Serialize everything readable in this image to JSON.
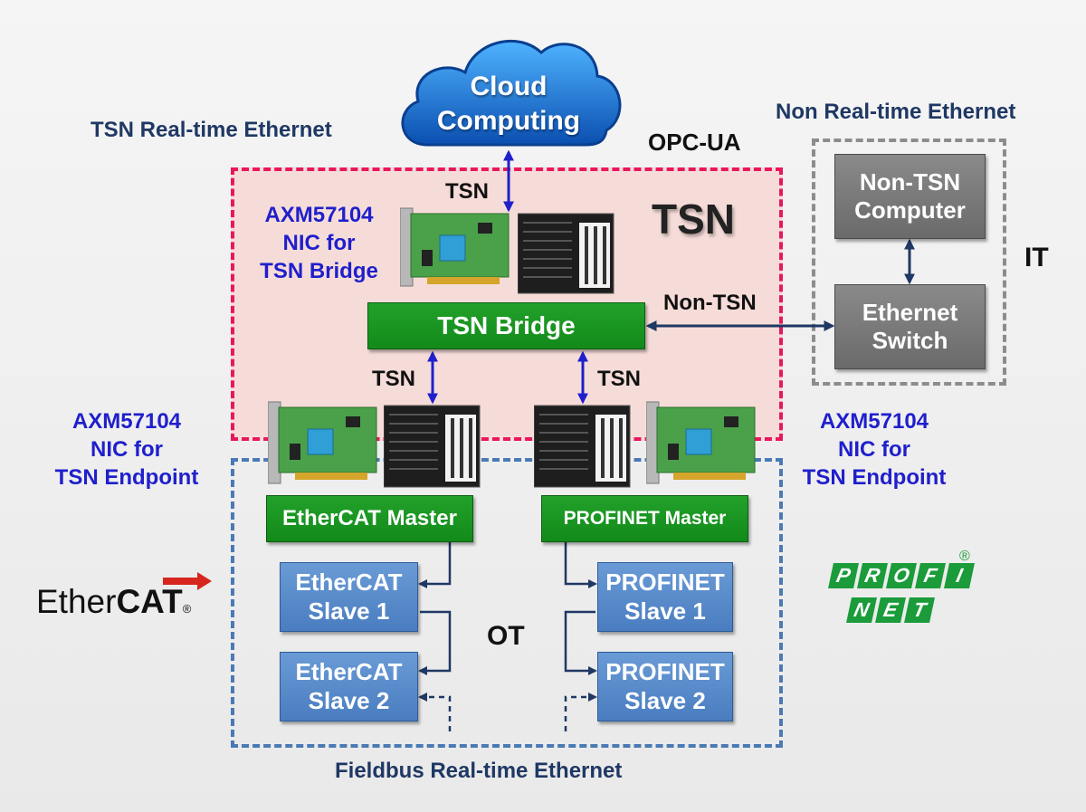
{
  "cloud": {
    "line1": "Cloud",
    "line2": "Computing"
  },
  "labels": {
    "tsn_realtime": "TSN Real-time Ethernet",
    "non_realtime": "Non Real-time Ethernet",
    "opcua": "OPC-UA",
    "tsn_big": "TSN",
    "it": "IT",
    "ot": "OT",
    "fieldbus": "Fieldbus Real-time Ethernet",
    "tsn_link_top": "TSN",
    "tsn_link_left": "TSN",
    "tsn_link_right": "TSN",
    "non_tsn_link": "Non-TSN"
  },
  "nic_bridge": {
    "line1": "AXM57104",
    "line2": "NIC for",
    "line3": "TSN Bridge"
  },
  "nic_endpoint_left": {
    "line1": "AXM57104",
    "line2": "NIC for",
    "line3": "TSN Endpoint"
  },
  "nic_endpoint_right": {
    "line1": "AXM57104",
    "line2": "NIC for",
    "line3": "TSN Endpoint"
  },
  "boxes": {
    "tsn_bridge": "TSN Bridge",
    "ethercat_master": "EtherCAT Master",
    "profinet_master": "PROFINET Master",
    "ethercat_slave1": "EtherCAT\nSlave 1",
    "ethercat_slave2": "EtherCAT\nSlave 2",
    "profinet_slave1": "PROFINET\nSlave 1",
    "profinet_slave2": "PROFINET\nSlave 2",
    "non_tsn_computer": "Non-TSN\nComputer",
    "ethernet_switch": "Ethernet\nSwitch"
  },
  "logos": {
    "ethercat": {
      "prefix": "Ether",
      "suffix": "CAT",
      "mark": "®"
    },
    "profinet": {
      "row1": [
        "P",
        "R",
        "O",
        "F",
        "I"
      ],
      "row2": [
        "N",
        "E",
        "T"
      ],
      "mark": "®"
    }
  },
  "colors": {
    "tsn_zone_border": "#e8175d",
    "tsn_zone_fill": "#f6dcd8",
    "ot_zone_border": "#4a7ab5",
    "it_zone_border": "#8c8c8c",
    "link_arrow": "#1f1fcc",
    "wire": "#1f3864",
    "ethercat_red": "#d7261e",
    "profinet_green": "#1b9b3a"
  }
}
